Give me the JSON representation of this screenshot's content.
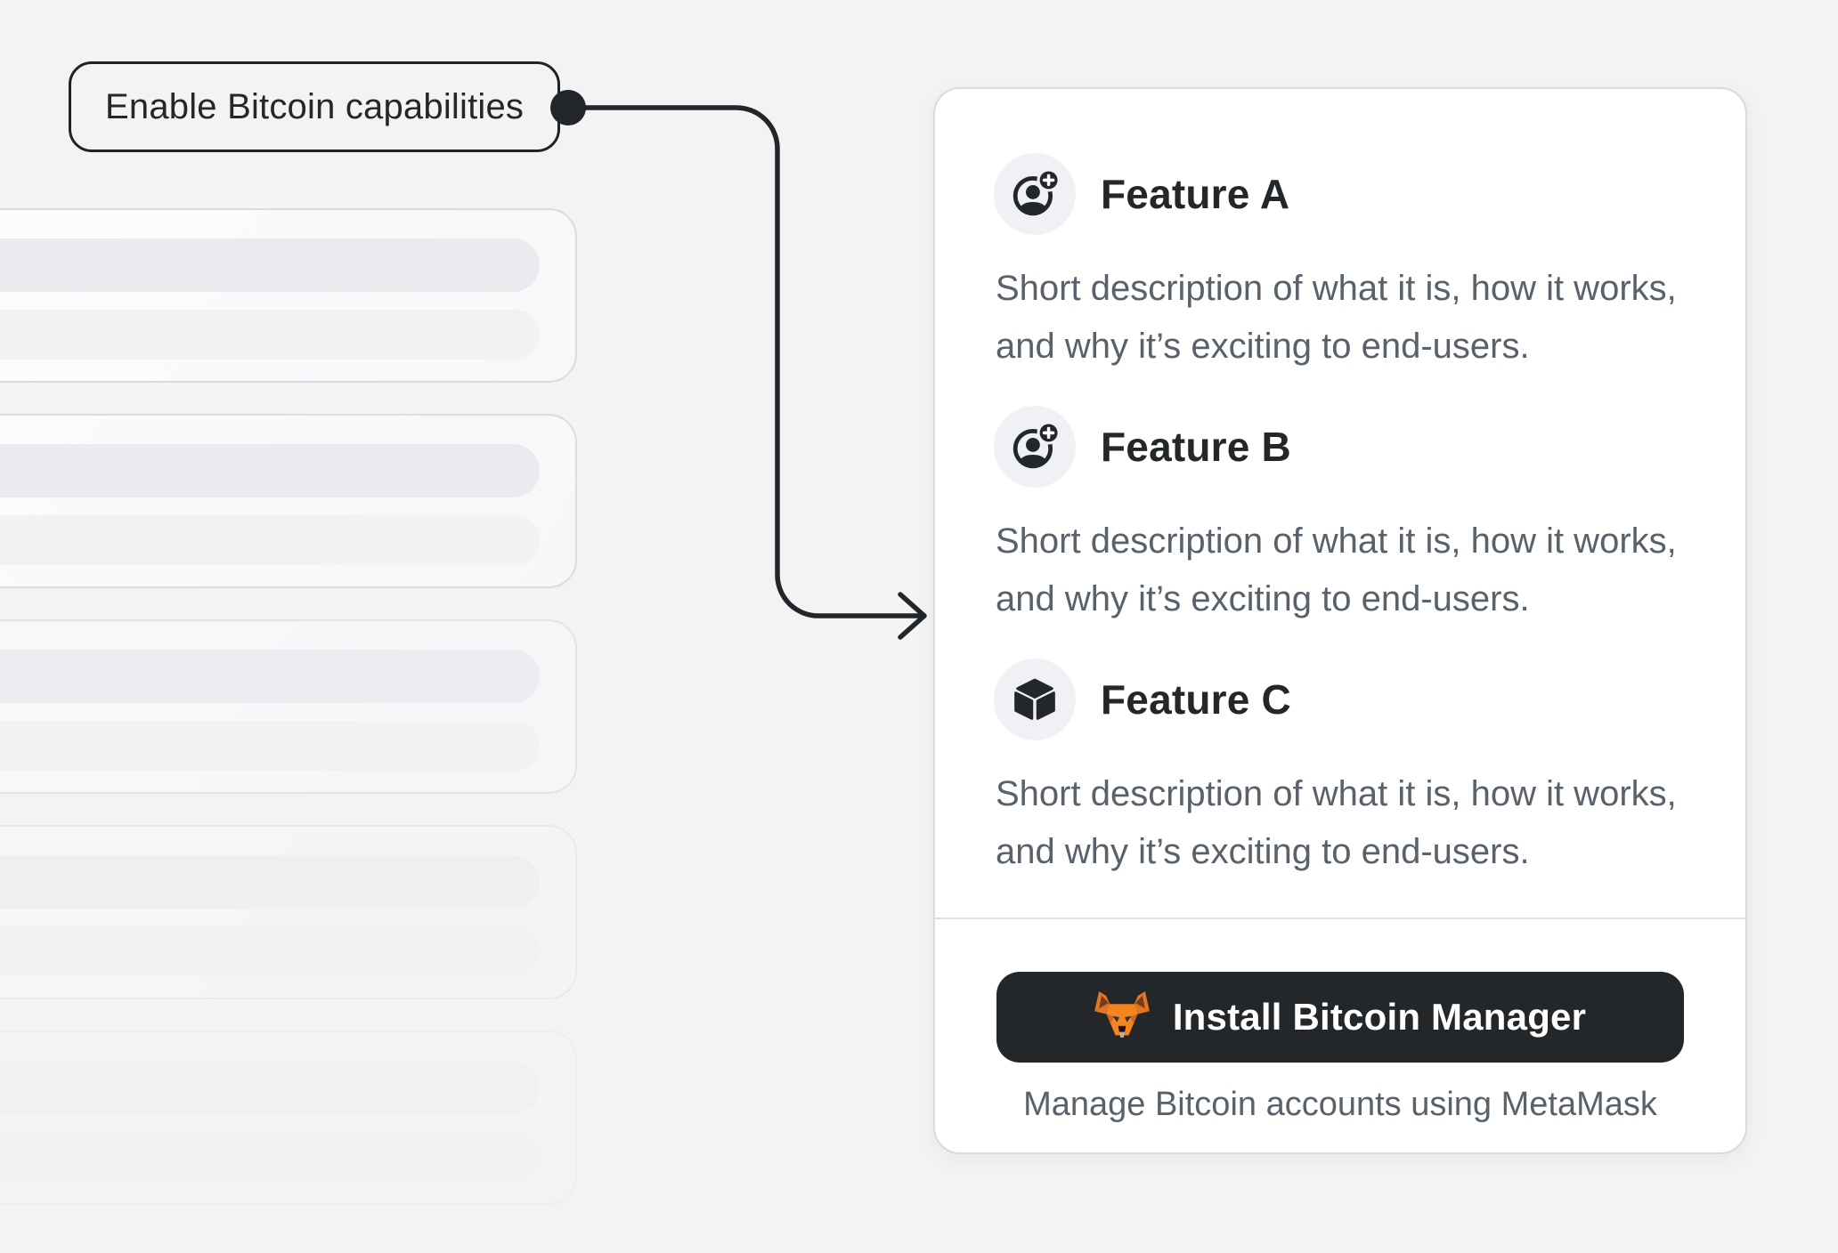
{
  "annotation": {
    "label": "Enable Bitcoin capabilities"
  },
  "feature_card": {
    "features": [
      {
        "title": "Feature A",
        "icon": "user-add-icon",
        "description": "Short description of what it is, how it works, and why it’s exciting to end-users."
      },
      {
        "title": "Feature B",
        "icon": "user-add-icon",
        "description": "Short description of what it is, how it works, and why it’s exciting to end-users."
      },
      {
        "title": "Feature C",
        "icon": "cube-icon",
        "description": "Short description of what it is, how it works, and why it’s exciting to end-users."
      }
    ],
    "footer": {
      "button_label": "Install Bitcoin Manager",
      "button_icon": "metamask-fox-icon",
      "caption": "Manage Bitcoin accounts using MetaMask"
    }
  },
  "skeleton": {
    "cards": 5,
    "lines_per_card": 2
  },
  "colors": {
    "page_background": "#f3f3f4",
    "ink": "#24272a",
    "text_muted": "#59616b",
    "card_border": "#d8dade",
    "button_background": "#24272a",
    "metamask_orange": "#f5841f"
  }
}
